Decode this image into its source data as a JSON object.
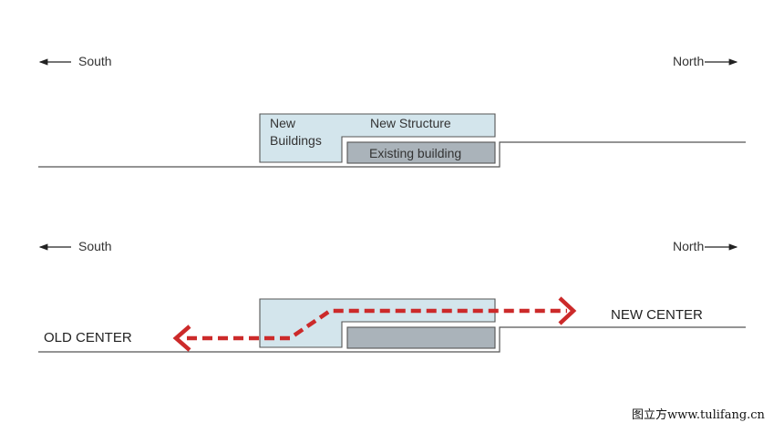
{
  "diagram_top": {
    "south_label": "South",
    "north_label": "North",
    "new_buildings_line1": "New",
    "new_buildings_line2": "Buildings",
    "new_structure_label": "New Structure",
    "existing_building_label": "Existing building"
  },
  "diagram_bottom": {
    "south_label": "South",
    "north_label": "North",
    "old_center_label": "OLD CENTER",
    "new_center_label": "NEW CENTER"
  },
  "watermark": "图立方www.tulifang.cn",
  "colors": {
    "light_blue": "#d3e5ec",
    "existing_gray": "#aab3ba",
    "outline": "#555555",
    "ground": "#555555",
    "arrow_red": "#cc2a2a"
  }
}
